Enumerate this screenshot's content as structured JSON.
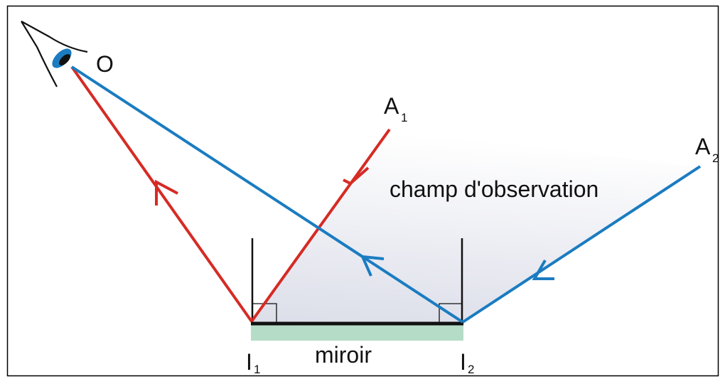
{
  "labels": {
    "observer": "O",
    "source1": "A",
    "source1_sub": "1",
    "source2": "A",
    "source2_sub": "2",
    "field": "champ d'observation",
    "mirror": "miroir",
    "point1": "I",
    "point1_sub": "1",
    "point2": "I",
    "point2_sub": "2"
  },
  "colors": {
    "ray_red": "#d52b24",
    "ray_blue": "#1b7cc1",
    "mirror_green": "#b5dcc6",
    "field_shade": "#dfe1ea",
    "ink": "#111111"
  },
  "icons": {
    "observer": "eye-icon"
  }
}
